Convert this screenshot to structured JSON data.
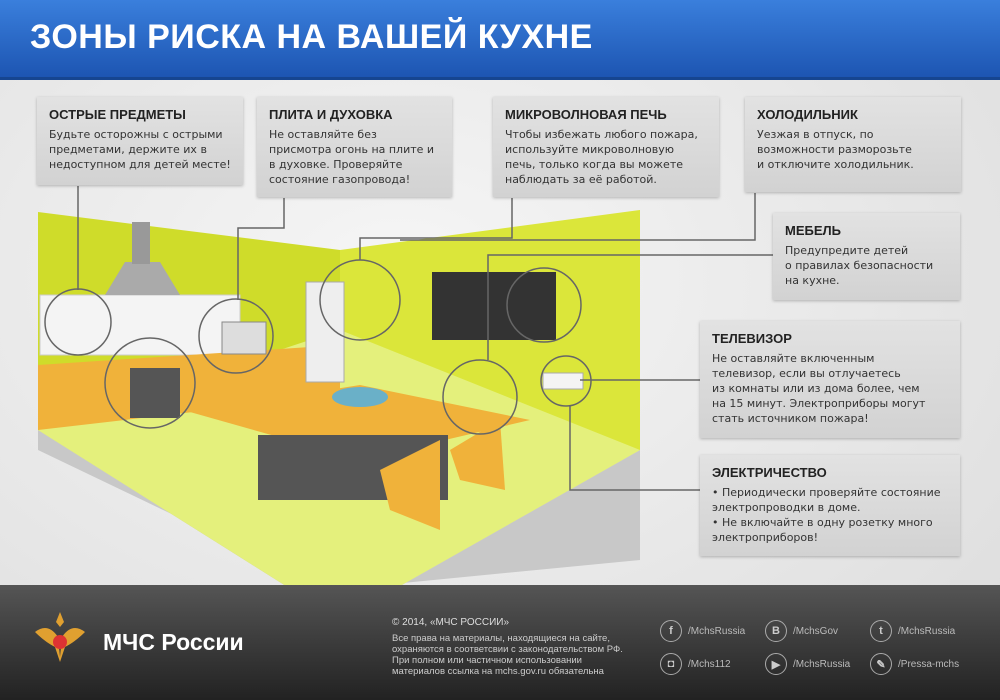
{
  "title": "ЗОНЫ РИСКА НА ВАШЕЙ КУХНЕ",
  "boxes": [
    {
      "title": "ОСТРЫЕ ПРЕДМЕТЫ",
      "text": "Будьте осторожны с острыми\nпредметами, держите их в\nнедоступном для детей месте!"
    },
    {
      "title": "ПЛИТА И ДУХОВКА",
      "text": "Не оставляйте без\nприсмотра огонь на плите и\nв духовке. Проверяйте\nсостояние газопровода!"
    },
    {
      "title": "МИКРОВОЛНОВАЯ ПЕЧЬ",
      "text": "Чтобы избежать любого пожара,\nиспользуйте микроволновую\nпечь, только когда вы можете\nнаблюдать за её работой."
    },
    {
      "title": "ХОЛОДИЛЬНИК",
      "text": "Уезжая в отпуск, по\nвозможности разморозьте\nи отключите холодильник."
    },
    {
      "title": "МЕБЕЛЬ",
      "text": "Предупредите детей\nо правилах безопасности\nна кухне."
    },
    {
      "title": "ТЕЛЕВИЗОР",
      "text": "Не оставляйте включенным\nтелевизор, если вы отлучаетесь\nиз комнаты или из дома более, чем\nна 15 минут. Электроприборы могут\nстать источником пожара!"
    },
    {
      "title": "ЭЛЕКТРИЧЕСТВО",
      "text": "• Периодически проверяйте состояние\n  электропроводки в доме.\n• Не включайте в одну розетку много\n  электроприборов!"
    }
  ],
  "footer": {
    "brand": "МЧС России",
    "copyright": "© 2014, «МЧС РОССИИ»",
    "rights": "Все права на материалы, находящиеся на сайте,\nохраняются в соответсвии с законодательством РФ.\nПри полном или частичном использовании\nматериалов ссылка на mchs.gov.ru обязательна",
    "social": [
      {
        "icon": "facebook-icon",
        "glyph": "f",
        "label": "/MchsRussia"
      },
      {
        "icon": "vk-icon",
        "glyph": "B",
        "label": "/MchsGov"
      },
      {
        "icon": "twitter-icon",
        "glyph": "t",
        "label": "/MchsRussia"
      },
      {
        "icon": "instagram-icon",
        "glyph": "◘",
        "label": "/Mchs112"
      },
      {
        "icon": "youtube-icon",
        "glyph": "▶",
        "label": "/MchsRussia"
      },
      {
        "icon": "livejournal-icon",
        "glyph": "✎",
        "label": "/Pressa-mchs"
      }
    ]
  },
  "colors": {
    "header": "#2b6bd0",
    "wall": "#d4e02a",
    "floor": "#e2ef7a",
    "cabinet": "#f0b23a"
  }
}
